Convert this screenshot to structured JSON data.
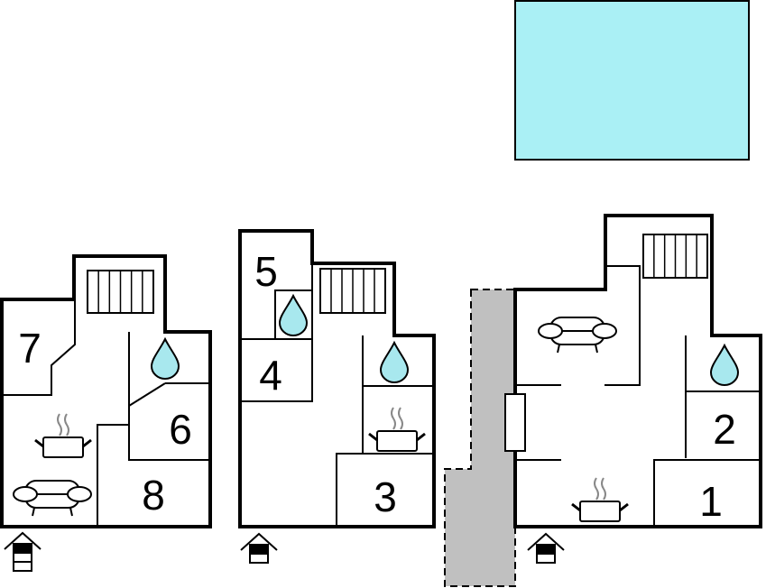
{
  "colors": {
    "pool": "#aaf0f5",
    "water": "#a8e8ee",
    "terrace": "#c0c0c0",
    "wall": "#000000",
    "steam": "#888888"
  },
  "pool": {
    "icon": "pool"
  },
  "buildings": [
    {
      "name": "left",
      "rooms": [
        "7",
        "6",
        "8"
      ],
      "icons": [
        "stairs-icon",
        "water-drop-icon",
        "cooking-pot-icon",
        "sofa-icon",
        "entrance-icon"
      ]
    },
    {
      "name": "middle",
      "rooms": [
        "5",
        "4",
        "3"
      ],
      "icons": [
        "stairs-icon",
        "water-drop-icon",
        "water-drop-icon",
        "cooking-pot-icon",
        "entrance-icon"
      ]
    },
    {
      "name": "right",
      "rooms": [
        "2",
        "1"
      ],
      "icons": [
        "stairs-icon",
        "sofa-icon",
        "water-drop-icon",
        "cooking-pot-icon",
        "window-icon",
        "entrance-icon"
      ]
    }
  ]
}
